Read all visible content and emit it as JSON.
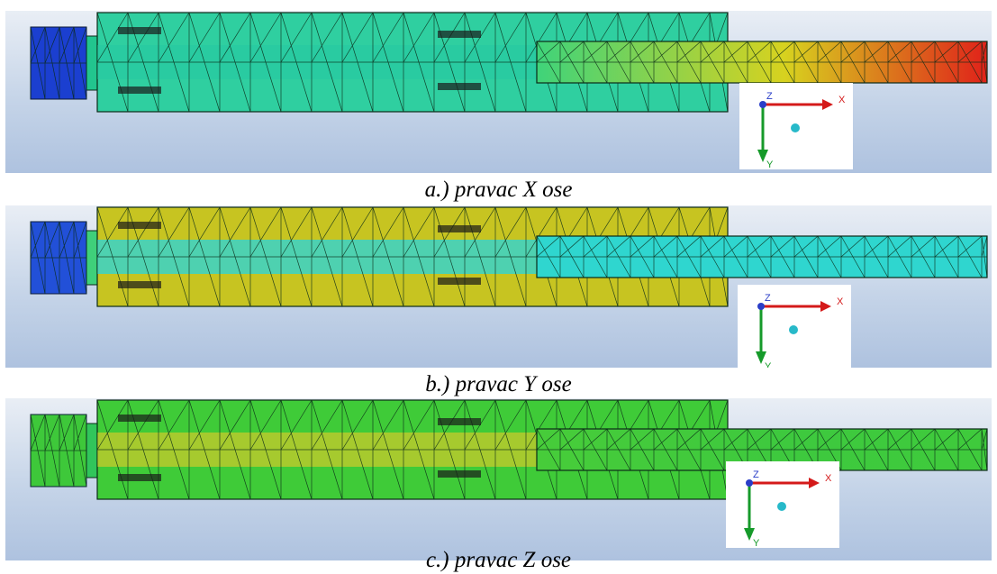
{
  "panels": [
    {
      "caption": "a.) pravac X ose",
      "colors": {
        "head": "#1b3fd0",
        "body": "#2fcfa0",
        "body_alt": "#22c58e",
        "rod_start": "#3fd37a",
        "rod_mid": "#d7d21f",
        "rod_end": "#e0221a",
        "inner": "#28c9a2"
      }
    },
    {
      "caption": "b.) pravac Y ose",
      "colors": {
        "head": "#2250d8",
        "body": "#c7c421",
        "body_alt": "#3fd07a",
        "rod_start": "#2fd6cf",
        "rod_mid": "#2fd6cf",
        "rod_end": "#2fd6cf",
        "inner": "#25d5e0"
      }
    },
    {
      "caption": "c.) pravac Z ose",
      "colors": {
        "head": "#3ec83a",
        "body": "#3fcb38",
        "body_alt": "#31c55b",
        "rod_start": "#47cc3a",
        "rod_mid": "#3ec93e",
        "rod_end": "#3fca3c",
        "inner": "#c9c92b"
      }
    }
  ],
  "triad": {
    "x_label": "X",
    "y_label": "Y",
    "z_label": "Z",
    "x_color": "#d41a1a",
    "y_color": "#169a2a",
    "z_color": "#2a3ec8"
  }
}
